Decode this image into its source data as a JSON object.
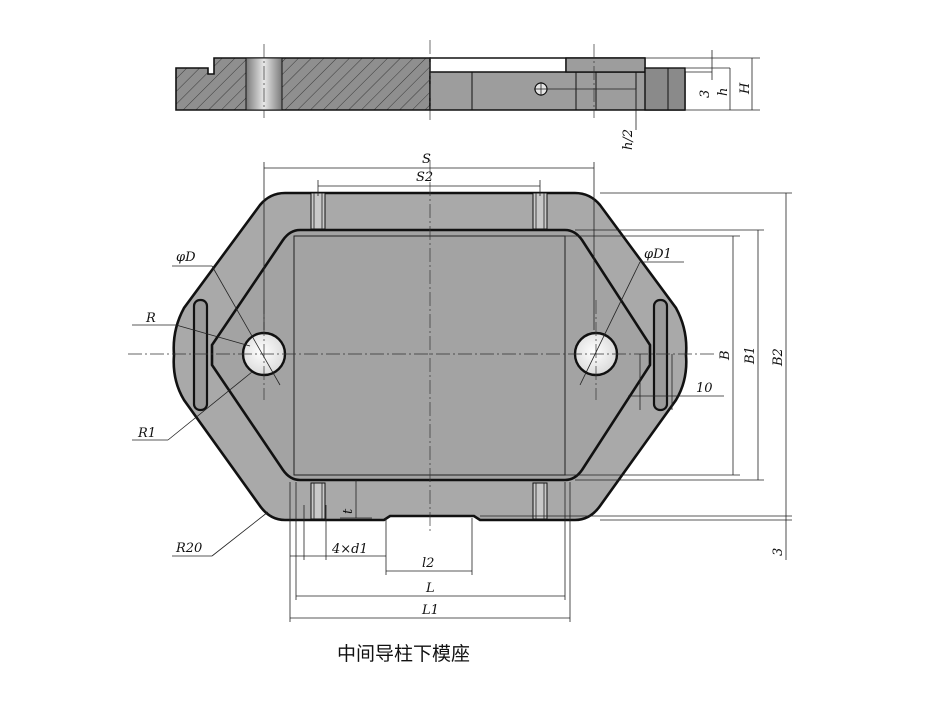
{
  "labels": {
    "S": "S",
    "S2": "S2",
    "phiD": "φD",
    "phiD1": "φD1",
    "R": "R",
    "R1": "R1",
    "R20": "R20",
    "B": "B",
    "B1": "B1",
    "B2": "B2",
    "ten": "10",
    "three_side": "3",
    "three_top": "3",
    "h": "h",
    "H": "H",
    "h_half": "h/2",
    "t": "t",
    "four_d1": "4×d1",
    "l2": "l2",
    "L": "L",
    "L1": "L1"
  },
  "caption": "中间导柱下模座",
  "colors": {
    "plate": "#a9a9a9",
    "pocket": "#a3a3a3",
    "section": "#8f8f8f",
    "line": "#111111"
  }
}
